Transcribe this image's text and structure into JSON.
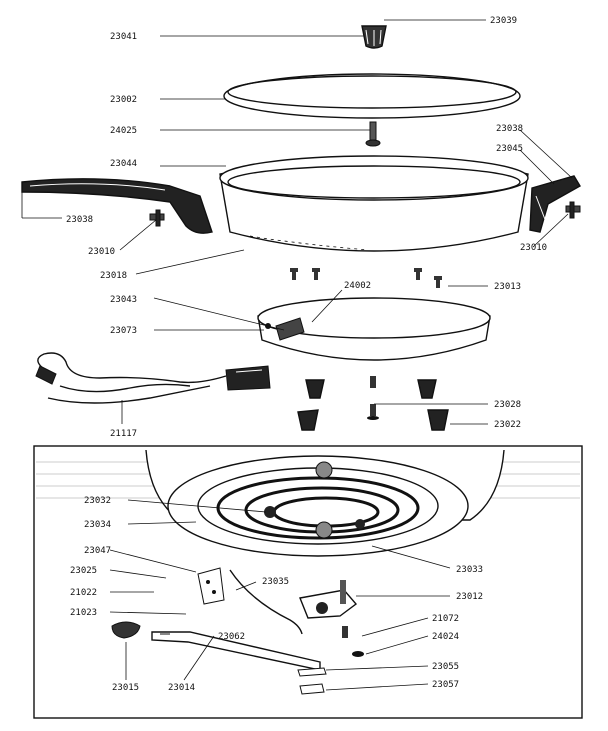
{
  "labels": {
    "lid_knob": "23039",
    "lid_knob_screw": "23041",
    "lid": "23002",
    "lid_screw": "24025",
    "handle_right_a": "23038",
    "handle_right_b": "23045",
    "handle_left_grip": "23044",
    "handle_left": "23038",
    "handle_screw_left": "23010",
    "handle_screw_right": "23010",
    "pan": "23018",
    "base_screw_center": "24002",
    "base_screw_right": "23013",
    "base_bracket": "23043",
    "base": "23073",
    "cord": "21117",
    "feet_screw": "23028",
    "feet": "23022",
    "terminal_top": "23032",
    "element_clip": "23034",
    "element_wire": "23047",
    "terminal_clip": "23025",
    "terminal_screw": "21022",
    "terminal_nut": "21023",
    "wire_lead": "23035",
    "element": "23033",
    "thermostat": "23012",
    "bracket_screw": "21072",
    "bracket_nut": "24024",
    "control_knob": "23015",
    "control_arm": "23014",
    "arm_plate": "23062",
    "spring_plate": "23055",
    "bottom_plate": "23057"
  }
}
